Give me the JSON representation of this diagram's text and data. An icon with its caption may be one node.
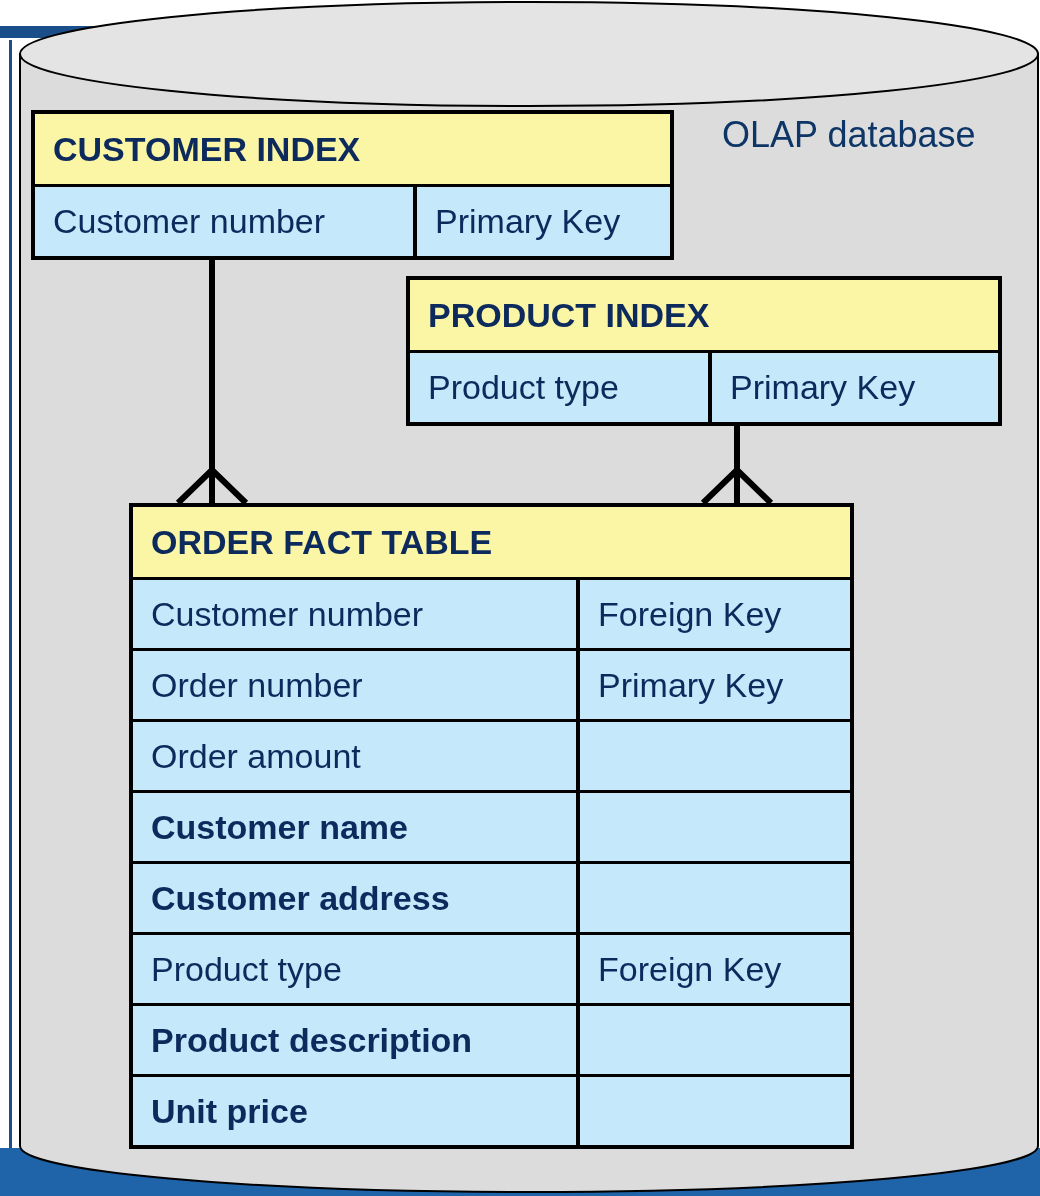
{
  "diagram": {
    "nodes": [
      {
        "text": [
          "OLAP database"
        ]
      },
      {
        "text": [
          "CUSTOMER INDEX"
        ],
        "in": 0
      },
      {
        "text": [
          "Customer number",
          "Primary Key"
        ],
        "in": 1
      },
      {
        "text": [
          "PRODUCT INDEX"
        ],
        "in": 0
      },
      {
        "text": [
          "Product type",
          "Primary Key"
        ],
        "in": 3
      },
      {
        "text": [
          "ORDER FACT TABLE"
        ],
        "in": 0
      },
      {
        "text": [
          "Customer number",
          "Foreign Key"
        ],
        "in": 5
      },
      {
        "text": [
          "Order number",
          "Primary Key"
        ],
        "in": 5
      },
      {
        "text": [
          "Order amount"
        ],
        "in": 5
      },
      {
        "text": [
          "**Customer name**"
        ],
        "in": 5
      },
      {
        "text": [
          "**Customer address**"
        ],
        "in": 5
      },
      {
        "text": [
          "Product type",
          "Foreign Key"
        ],
        "in": 5
      },
      {
        "text": [
          "**Product description**"
        ],
        "in": 5
      },
      {
        "text": [
          "**Unit price**"
        ],
        "in": 5
      }
    ],
    "edges": [
      {
        "from": 1,
        "to": 5,
        "arrow": "other"
      },
      {
        "from": 3,
        "to": 5,
        "arrow": "other"
      }
    ]
  }
}
